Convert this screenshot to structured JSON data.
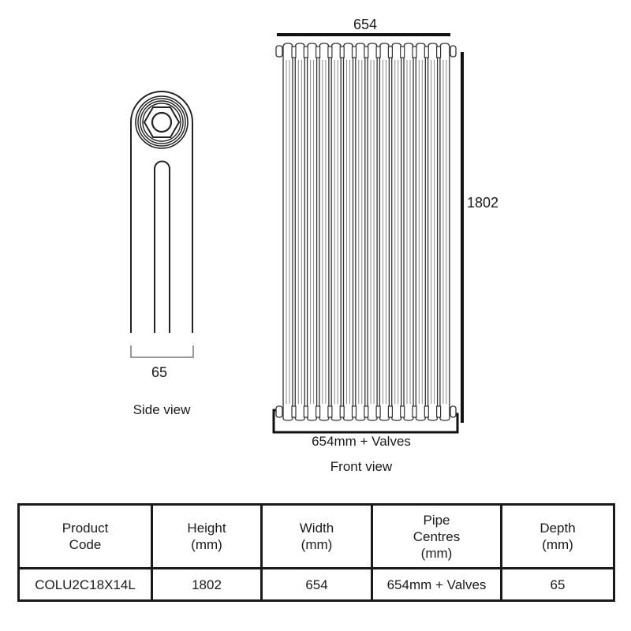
{
  "side_view": {
    "caption": "Side view",
    "depth_label": "65"
  },
  "front_view": {
    "caption": "Front view",
    "width_label": "654",
    "height_label": "1802",
    "pipe_centres_label": "654mm + Valves",
    "column_count": 14
  },
  "spec_table": {
    "headers": [
      {
        "lines": [
          "Product",
          "Code"
        ]
      },
      {
        "lines": [
          "Height",
          "(mm)"
        ]
      },
      {
        "lines": [
          "Width",
          "(mm)"
        ]
      },
      {
        "lines": [
          "Pipe",
          "Centres",
          "(mm)"
        ]
      },
      {
        "lines": [
          "Depth",
          "(mm)"
        ]
      }
    ],
    "rows": [
      [
        "COLU2C18X14L",
        "1802",
        "654",
        "654mm + Valves",
        "65"
      ]
    ]
  }
}
